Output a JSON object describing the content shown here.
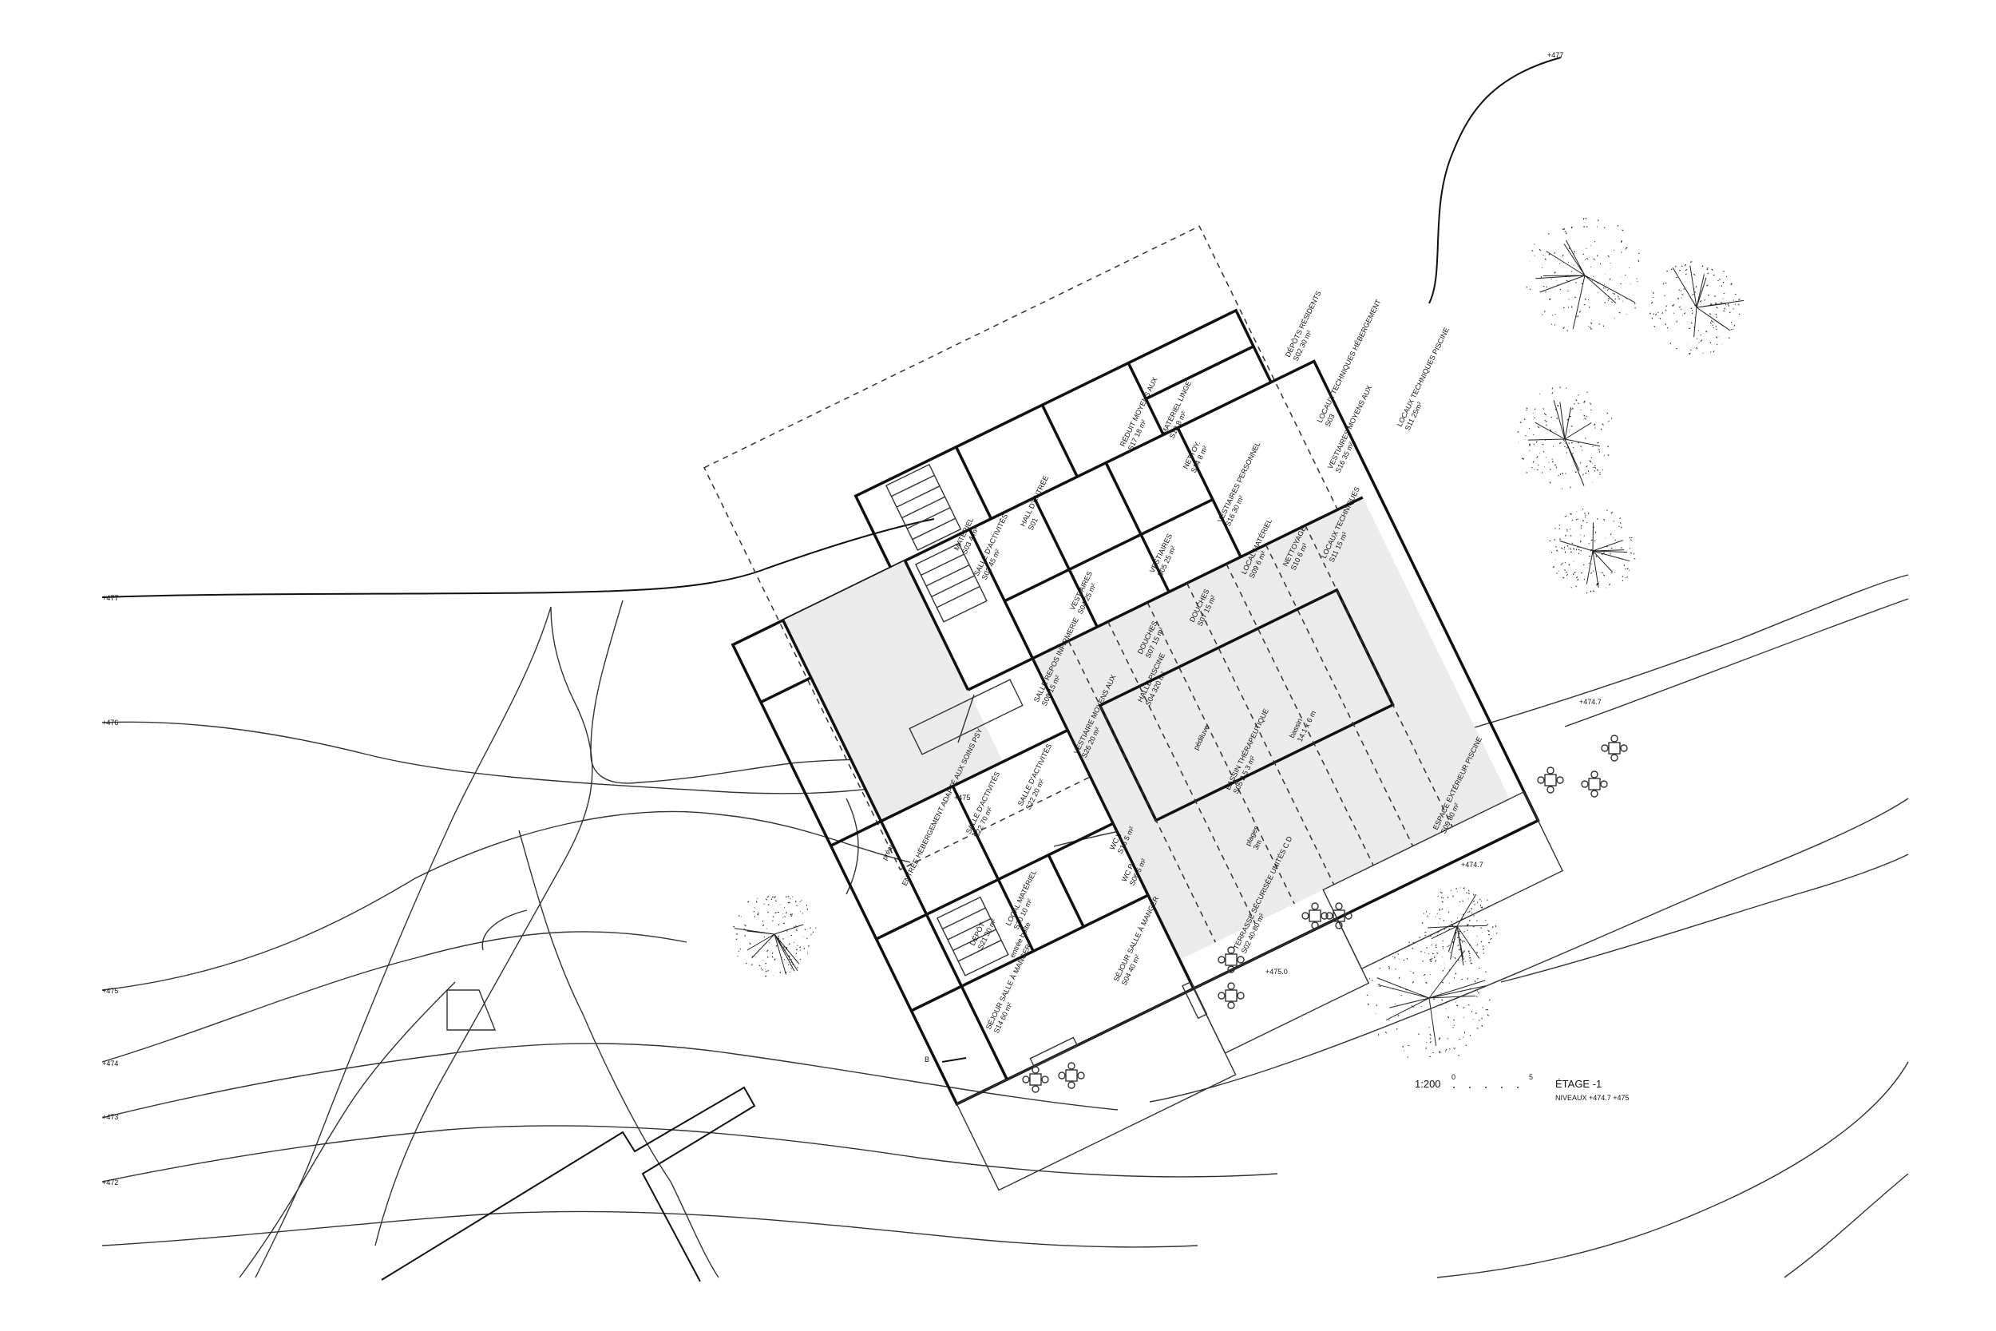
{
  "drawing": {
    "title": "ÉTAGE -1",
    "levels_note": "NIVEAUX +474.7 +475",
    "scale_text": "1:200",
    "scale_ticks": [
      "0",
      "5"
    ],
    "section_marker": "B"
  },
  "contour_labels": [
    "+477",
    "+476",
    "+475",
    "+474",
    "+473",
    "+472",
    "+477"
  ],
  "spot_levels": [
    "+475",
    "+474.7",
    "+474.7",
    "+475.0"
  ],
  "rooms": [
    {
      "name": "MATÉRIEL",
      "area": "S03 4 m²"
    },
    {
      "name": "HALL D'ENTRÉE",
      "area": "S01"
    },
    {
      "name": "SALLE D'ACTIVITÉS",
      "area": "S02 45 m²"
    },
    {
      "name": "RÉDUIT MOYENS AUX",
      "area": "S17 18 m²"
    },
    {
      "name": "MATÉRIEL LINGE",
      "area": "S18 8 m²"
    },
    {
      "name": "NETTOY.",
      "area": "S14 8 m²"
    },
    {
      "name": "DÉPÔTS RÉSIDENTS",
      "area": "S02 30 m²"
    },
    {
      "name": "LOCAUX TECHNIQUES HÉBERGEMENT",
      "area": "S03"
    },
    {
      "name": "VESTIAIRES MOYENS AUX",
      "area": "S16 35 m²"
    },
    {
      "name": "LOCAUX TECHNIQUES PISCINE",
      "area": "S11 25m²"
    },
    {
      "name": "VESTIAIRES PERSONNEL",
      "area": "S16 30 m²"
    },
    {
      "name": "VESTIAIRES",
      "area": "S04 25 m²"
    },
    {
      "name": "VESTIAIRES",
      "area": "S05 25 m²"
    },
    {
      "name": "LOCAL MATÉRIEL",
      "area": "S09 6 m²"
    },
    {
      "name": "NETTOYAGE",
      "area": "S10 6 m²"
    },
    {
      "name": "LOCAUX TECHNIQUES",
      "area": "S11 15 m²"
    },
    {
      "name": "DOUCHES",
      "area": "S07 15 m²"
    },
    {
      "name": "DOUCHES",
      "area": "S07 15 m²"
    },
    {
      "name": "SALLE REPOS INFIRMERIE",
      "area": "S08 15 m²"
    },
    {
      "name": "HALLE PISCINE",
      "area": "S04 320 m²"
    },
    {
      "name": "VESTIAIRE MOYENS AUX",
      "area": "S26 20 m²"
    },
    {
      "name": "SALLE D'ACTIVITÉS",
      "area": "S22 20 m²"
    },
    {
      "name": "SALLE D'ACTIVITÉS",
      "area": "S22 70 m²"
    },
    {
      "name": "ENTRÉE HÉBERGEMENT ADAPTÉ AUX SOINS PSY",
      "area": ""
    },
    {
      "name": "WC V",
      "area": "S16 5 m²"
    },
    {
      "name": "WC P",
      "area": "S06 5 m²"
    },
    {
      "name": "DÉPÔT",
      "area": "S21 30 m²"
    },
    {
      "name": "LOCAL MATÉRIEL",
      "area": "S20 10 m²"
    },
    {
      "name": "entrée boîte",
      "area": ""
    },
    {
      "name": "SÉJOUR SALLE À MANGER",
      "area": "S04 40 m²"
    },
    {
      "name": "SÉJOUR SALLE À MANGER",
      "area": "S14 60 m²"
    },
    {
      "name": "BASSIN THÉRAPEUTIQUE",
      "area": "S05 2.5 3 m²"
    },
    {
      "name": "bassin",
      "area": "14.1 x 6 m"
    },
    {
      "name": "pédiluve",
      "area": ""
    },
    {
      "name": "plages",
      "area": "3m"
    },
    {
      "name": "TERRASSE SÉCURISÉE UNITÉS C D",
      "area": "S02 40-80 m²"
    },
    {
      "name": "ESPACE EXTÉRIEUR PISCINE",
      "area": "S09 80 m²"
    },
    {
      "name": "préau",
      "area": ""
    }
  ],
  "trees": [
    "tree-1",
    "tree-2",
    "tree-3",
    "tree-4",
    "tree-5",
    "tree-6"
  ]
}
